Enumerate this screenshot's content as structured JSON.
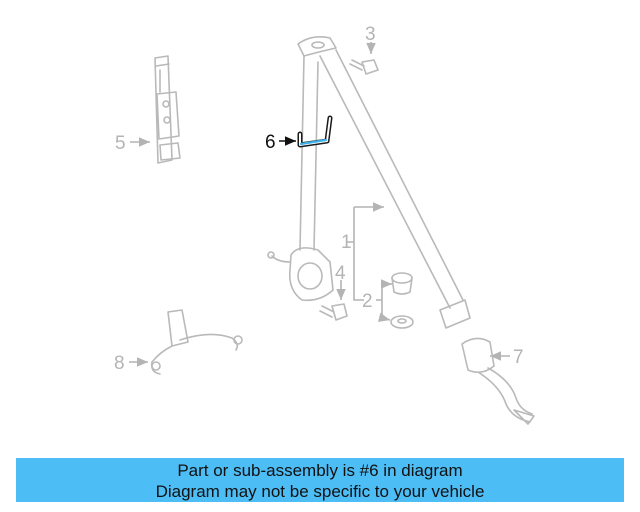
{
  "diagram": {
    "callouts": [
      "1",
      "2",
      "3",
      "4",
      "5",
      "6",
      "7",
      "8"
    ],
    "highlighted_callout": "6",
    "colors": {
      "muted": "#b4b4b4",
      "highlight": "#3fb2ea",
      "active_text": "#111111"
    }
  },
  "banner": {
    "line1": "Part or sub-assembly is #6 in diagram",
    "line2": "Diagram may not be specific to your vehicle",
    "background": "#4dbdf5"
  }
}
